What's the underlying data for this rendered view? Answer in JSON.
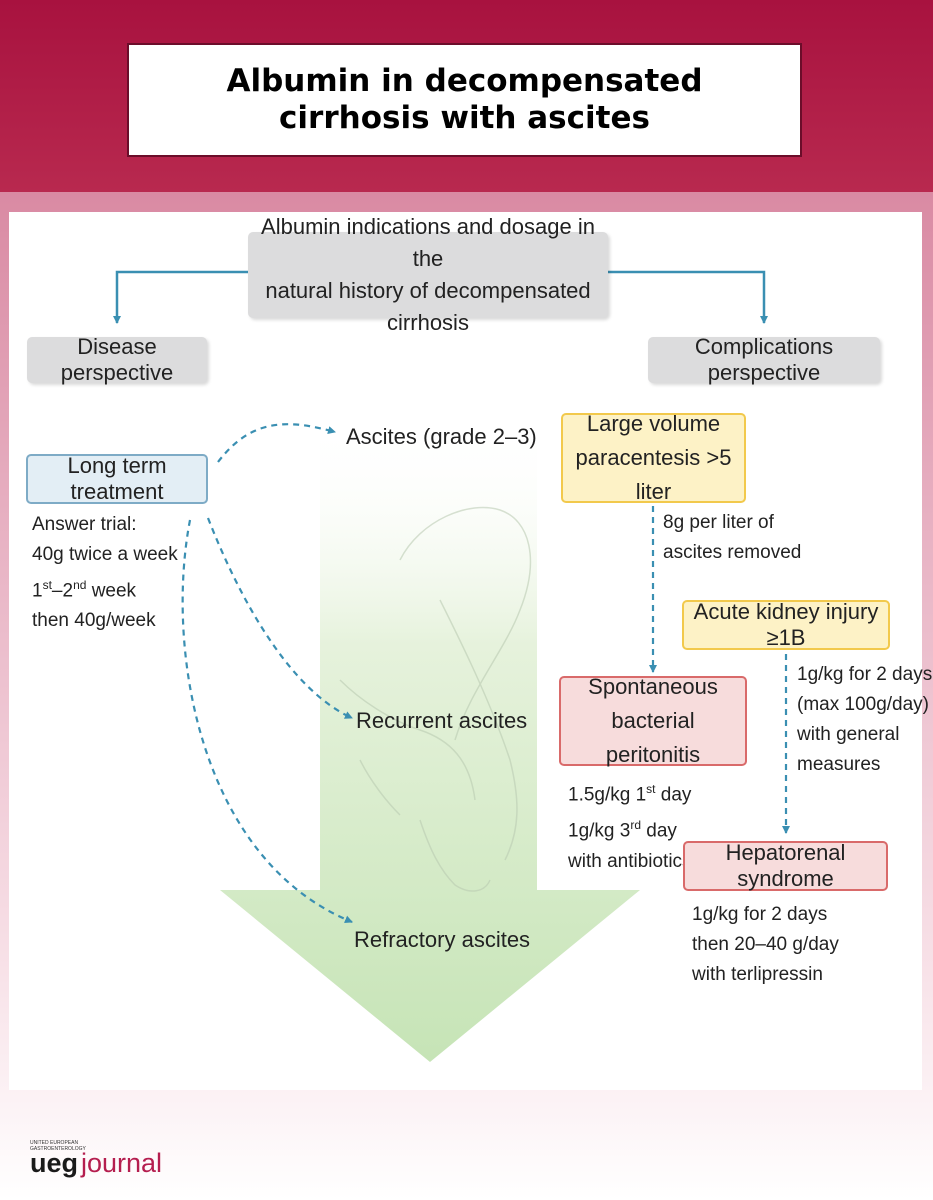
{
  "header": {
    "title": "Albumin in decompensated\ncirrhosis with ascites"
  },
  "colors": {
    "brand": "#a8123f",
    "arrow": "#3a8fb2",
    "green_arrow": "#cfe8c2"
  },
  "diagram": {
    "root": "Albumin indications and dosage in the\nnatural history of decompensated cirrhosis",
    "disease_perspective": "Disease perspective",
    "complications_perspective": "Complications perspective",
    "long_term_treatment": "Long term treatment",
    "long_term_note": {
      "line1": "Answer trial:",
      "line2": "40g twice a week",
      "line3_a": "1",
      "line3_sup1": "st",
      "line3_b": "–2",
      "line3_sup2": "nd",
      "line3_c": " week",
      "line4": "then 40g/week"
    },
    "stages": {
      "ascites": "Ascites (grade 2–3)",
      "recurrent": "Recurrent ascites",
      "refractory": "Refractory ascites"
    },
    "paracentesis": "Large volume\nparacentesis >5 liter",
    "paracentesis_note": {
      "line1": "8g per liter of",
      "line2": "ascites removed"
    },
    "aki": "Acute kidney injury ≥1B",
    "aki_note": {
      "line1": "1g/kg for 2 days",
      "line2": "(max 100g/day)",
      "line3": "with general",
      "line4": "measures"
    },
    "sbp": "Spontaneous bacterial\nperitonitis",
    "sbp_note": {
      "line1_a": "1.5g/kg 1",
      "line1_sup": "st",
      "line1_b": " day",
      "line2_a": "1g/kg 3",
      "line2_sup": "rd",
      "line2_b": " day",
      "line3": "with antibiotics"
    },
    "hrs": "Hepatorenal syndrome",
    "hrs_note": {
      "line1": "1g/kg for 2 days",
      "line2": "then 20–40 g/day",
      "line3": "with terlipressin"
    }
  },
  "footer": {
    "logo_small": "UNITED EUROPEAN\nGASTROENTEROLOGY",
    "logo_ueg": "ueg",
    "logo_journal": "journal"
  }
}
